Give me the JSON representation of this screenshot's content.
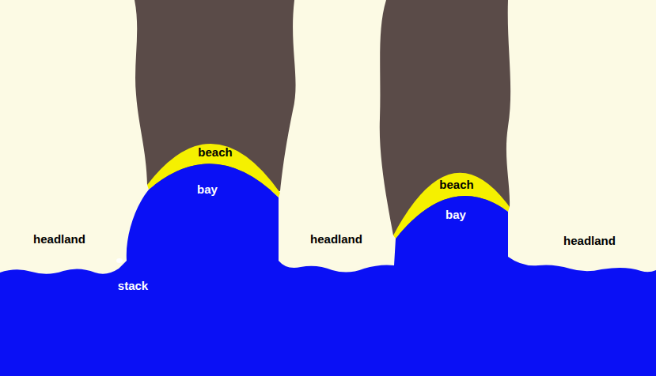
{
  "diagram": {
    "labels": [
      "beach",
      "beach",
      "bay",
      "bay",
      "headland",
      "headland",
      "headland",
      "stack"
    ]
  }
}
